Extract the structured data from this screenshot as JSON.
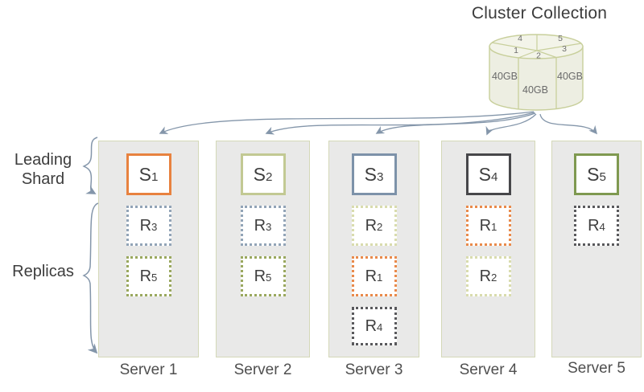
{
  "title": "Cluster Collection",
  "cylinder": {
    "segment_labels": [
      "1",
      "2",
      "3",
      "4",
      "5"
    ],
    "size_labels": [
      "40GB",
      "40GB",
      "40GB"
    ]
  },
  "annotations": {
    "leading_shard": "Leading Shard",
    "replicas": "Replicas"
  },
  "servers": [
    {
      "label": "Server 1",
      "shard": {
        "label": "S",
        "sub": "1"
      },
      "replicas": [
        {
          "label": "R",
          "sub": "3"
        },
        {
          "label": "R",
          "sub": "5"
        }
      ]
    },
    {
      "label": "Server 2",
      "shard": {
        "label": "S",
        "sub": "2"
      },
      "replicas": [
        {
          "label": "R",
          "sub": "3"
        },
        {
          "label": "R",
          "sub": "5"
        }
      ]
    },
    {
      "label": "Server 3",
      "shard": {
        "label": "S",
        "sub": "3"
      },
      "replicas": [
        {
          "label": "R",
          "sub": "2"
        },
        {
          "label": "R",
          "sub": "1"
        },
        {
          "label": "R",
          "sub": "4"
        }
      ]
    },
    {
      "label": "Server 4",
      "shard": {
        "label": "S",
        "sub": "4"
      },
      "replicas": [
        {
          "label": "R",
          "sub": "1"
        },
        {
          "label": "R",
          "sub": "2"
        }
      ]
    },
    {
      "label": "Server 5",
      "shard": {
        "label": "S",
        "sub": "5"
      },
      "replicas": [
        {
          "label": "R",
          "sub": "4"
        }
      ]
    }
  ],
  "colors": {
    "shard1": "#e8823f",
    "shard2": "#c2c993",
    "shard3": "#7d92a9",
    "shard4": "#47474a",
    "shard5": "#7f9950",
    "replica1": "#e98a4b",
    "replica2": "#d9dcae",
    "replica3": "#92a4b7",
    "replica4": "#59595c",
    "replica5": "#9aa85f",
    "arrow": "#8496aa",
    "column_bg": "#e9e9e8",
    "column_border": "#d4d8b8",
    "cylinder_stroke": "#c8cf9b",
    "cylinder_body_fill": "#edeee2",
    "cylinder_top_fill": "#f3f4e9",
    "text_dark": "#3c3c3c",
    "text_gray": "#6a6a6a"
  }
}
